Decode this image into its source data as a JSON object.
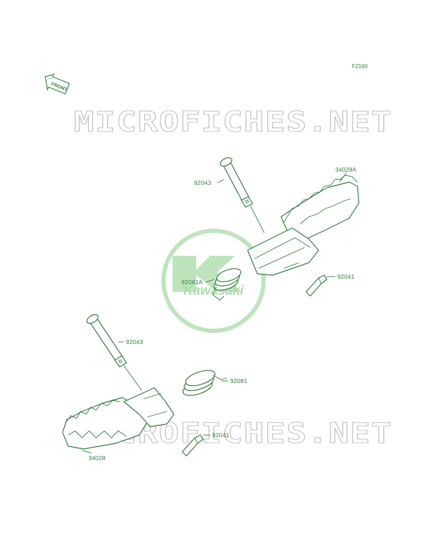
{
  "figure_code": "F2160",
  "front_arrow": {
    "label": "FRONT",
    "icon": "front-arrow-icon"
  },
  "watermark": {
    "text": "MICROFICHES.NET",
    "color": "#c4c4c4"
  },
  "logo": {
    "text": "Kawasaki",
    "color": "#8fd18f",
    "icon": "kawasaki-logo-icon"
  },
  "line_color": "#2e7d3a",
  "parts": {
    "pin_upper": "92043",
    "footpeg_right": "34028A",
    "spring_upper": "92081A",
    "cotter_upper": "92041",
    "pin_lower": "92043",
    "spring_lower": "92081",
    "cotter_lower": "92041",
    "footpeg_left": "34028"
  }
}
